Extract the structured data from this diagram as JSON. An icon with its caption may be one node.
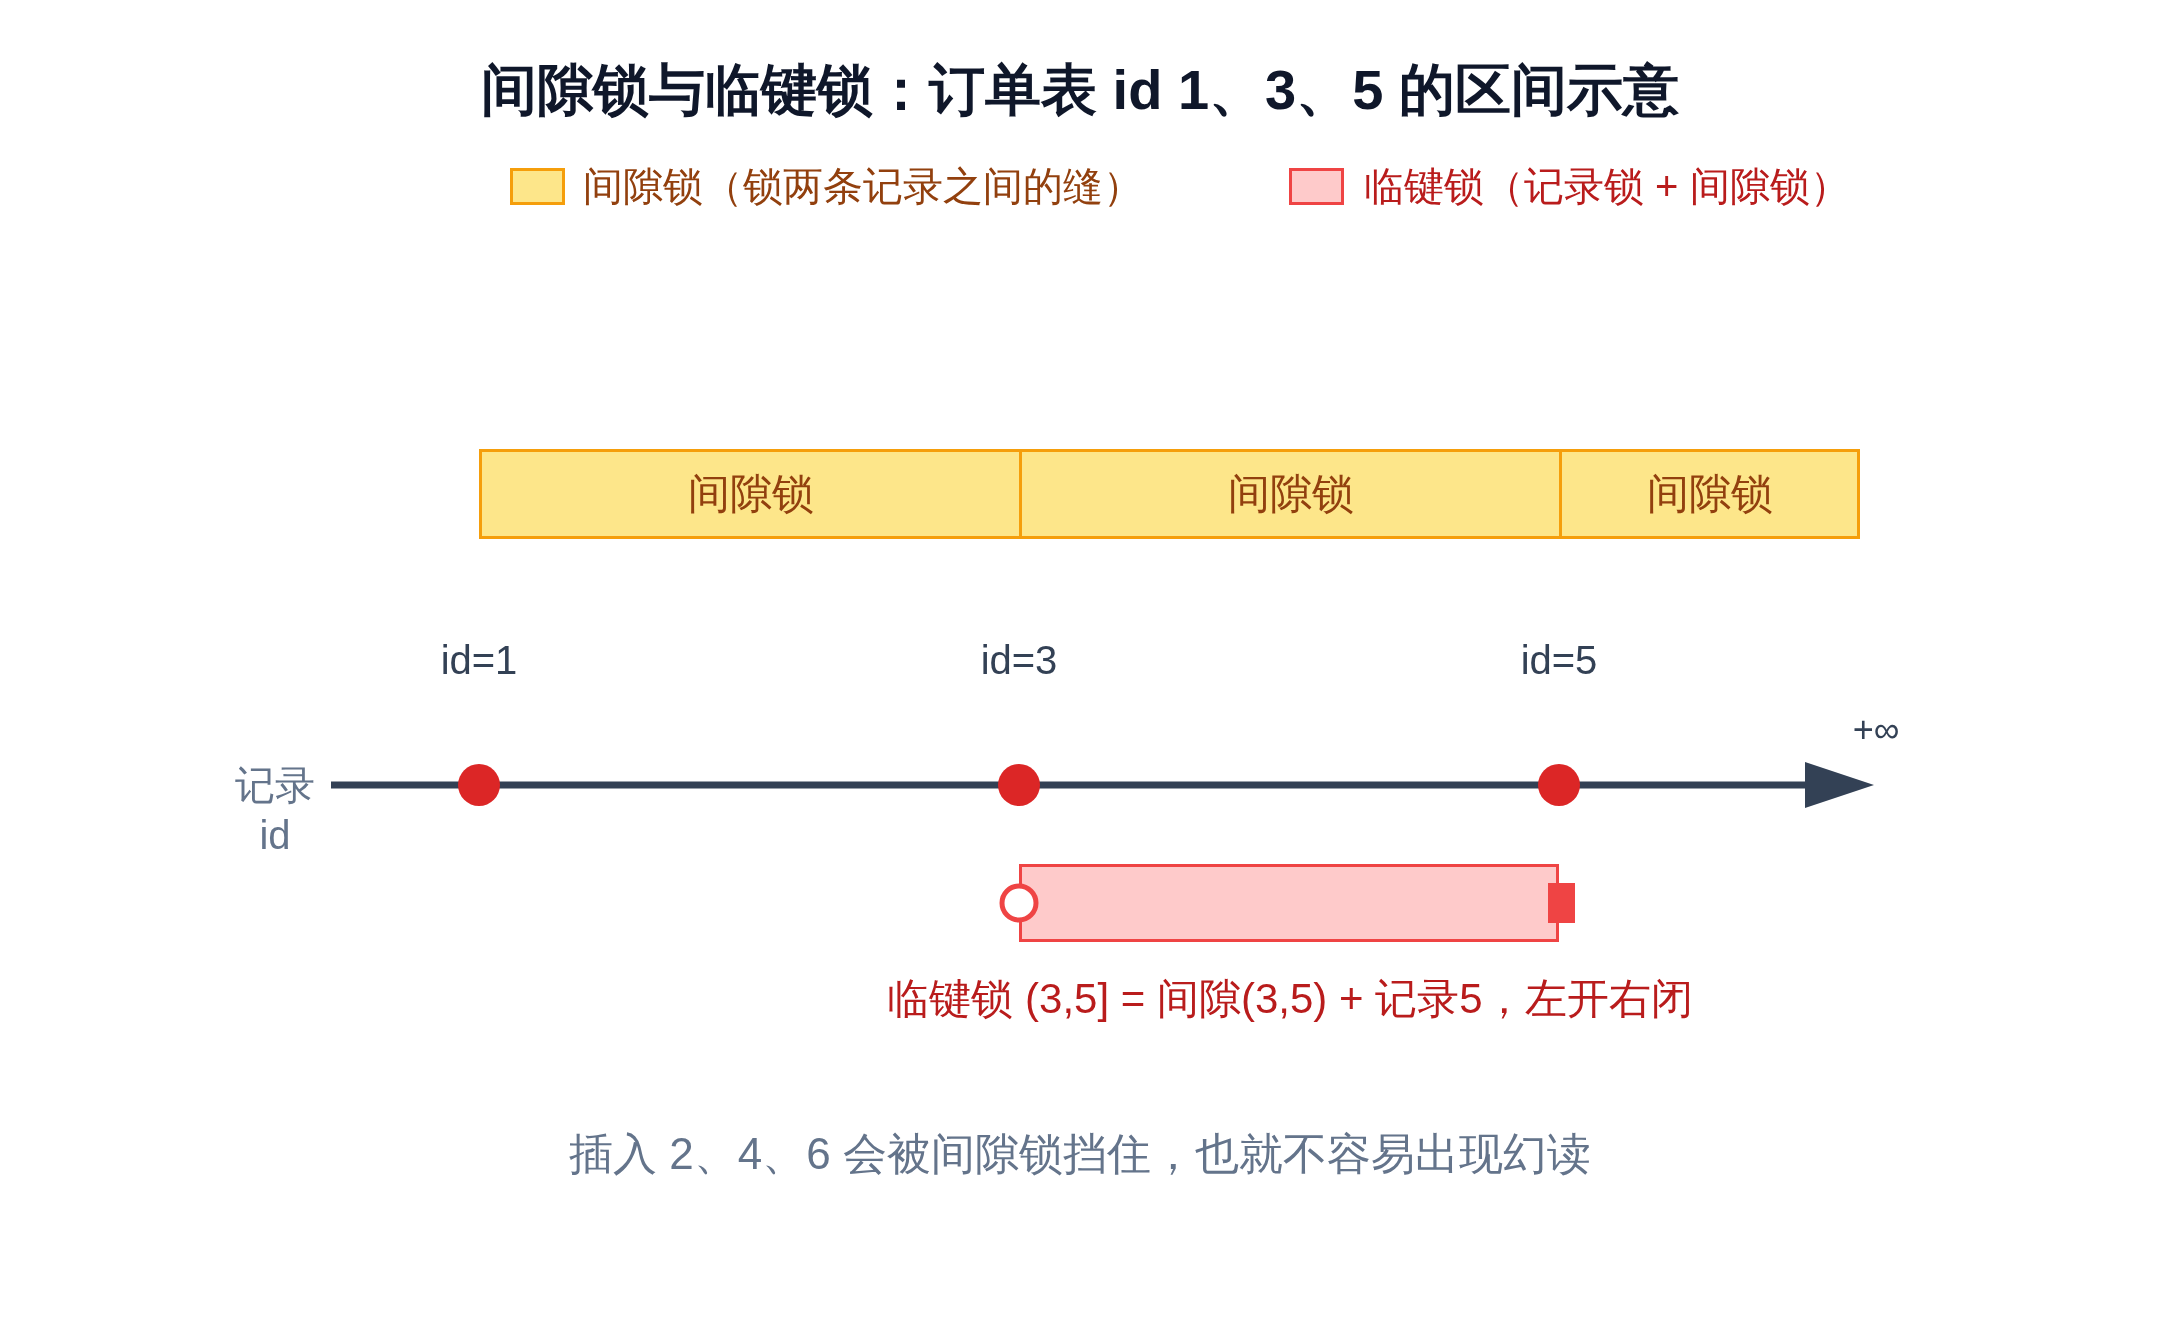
{
  "diagram": {
    "title": "间隙锁与临键锁：订单表 id 1、3、5 的区间示意",
    "caption": "插入 2、4、6 会被间隙锁挡住，也就不容易出现幻读",
    "nodes": [
      {
        "text": [
          "间隙锁"
        ]
      },
      {
        "text": [
          "间隙锁"
        ]
      },
      {
        "text": [
          "间隙锁"
        ]
      },
      {
        "text": [],
        "shape": "circle",
        "beside": [
          "id=1"
        ]
      },
      {
        "text": [],
        "shape": "circle",
        "beside": [
          "id=3"
        ]
      },
      {
        "text": [],
        "shape": "circle",
        "beside": [
          "id=5"
        ]
      },
      {
        "text": [],
        "shape": "bar",
        "beside": [
          "临键锁 (3,5] = 间隙(3,5) + 记录5，左开右闭"
        ]
      }
    ],
    "labels": [
      "记录 id",
      "+∞"
    ],
    "legend": [
      {
        "text": "间隙锁（锁两条记录之间的缝）",
        "color": "#fde68a"
      },
      {
        "text": "临键锁（记录锁 + 间隙锁）",
        "color": "#fecaca"
      }
    ]
  }
}
